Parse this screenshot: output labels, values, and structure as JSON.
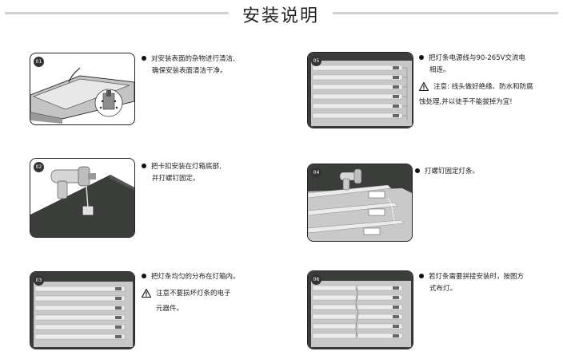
{
  "title": "安装说明",
  "steps": [
    {
      "badge": "01",
      "lines": [
        "对安装表面的杂物进行清洁,",
        "确保安装表面清洁干净。"
      ]
    },
    {
      "badge": "05",
      "lines": [
        "把灯条电源线与90-265V交流电",
        "相连。"
      ],
      "warning": [
        "注意: 线头做好绝缘、防水和防腐",
        "蚀处理,并以徒手不能拔掉为宜!"
      ]
    },
    {
      "badge": "02",
      "lines": [
        "把卡扣安装在灯箱底部,",
        "并打螺钉固定。"
      ]
    },
    {
      "badge": "04",
      "lines": [
        "打螺钉固定灯条。"
      ]
    },
    {
      "badge": "03",
      "lines": [
        "把灯条均匀的分布在灯箱内。"
      ],
      "warning": [
        "注意不要损坏灯条的电子",
        "元器件。"
      ]
    },
    {
      "badge": "06",
      "lines": [
        "若灯条需要拼接安装时，按图方",
        "式布灯。"
      ]
    }
  ],
  "colors": {
    "frame": "#222222",
    "tray": "#bdbdbd",
    "tray_dark": "#3a3d3a",
    "strip": "#d9d9d9"
  },
  "icons": [
    "warning-triangle-icon",
    "bullet-dot-icon",
    "electric-drill-icon"
  ]
}
